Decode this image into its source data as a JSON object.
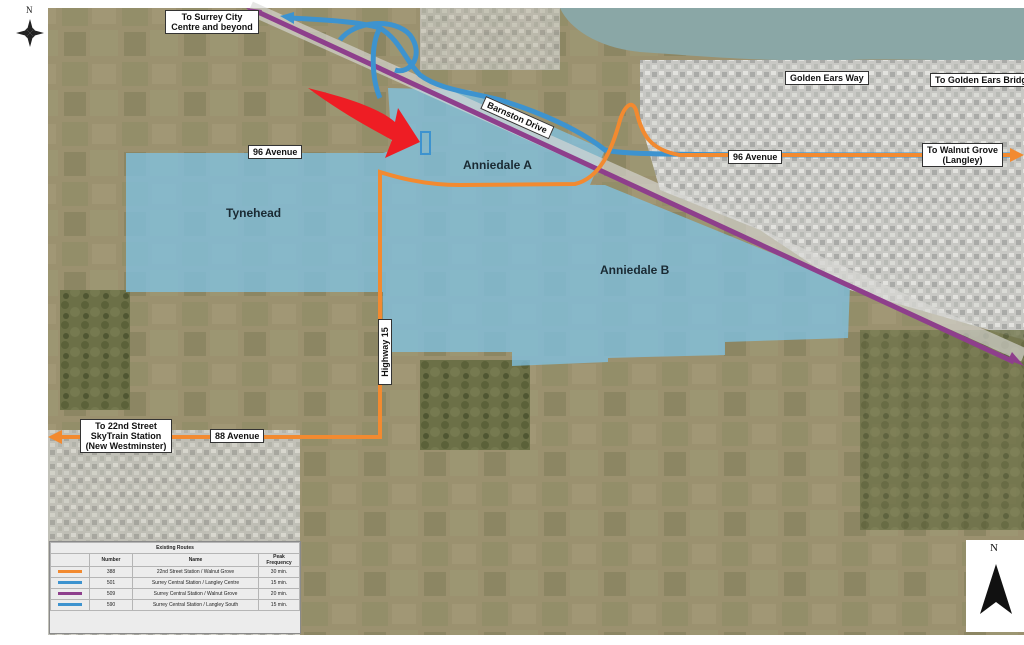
{
  "colors": {
    "route_orange": "#f28a30",
    "route_blue": "#3d93cf",
    "route_purple": "#8e3f8c",
    "area_fill": "#7fc3e6",
    "highlight_arrow": "#ee1d24"
  },
  "labels": {
    "surrey_city": "To Surrey City\nCentre and beyond",
    "golden_ears_way": "Golden Ears Way",
    "golden_ears_bridge": "To Golden Ears Bridge",
    "barnston_drive": "Barnston Drive",
    "ave96_west": "96 Avenue",
    "ave96_east": "96 Avenue",
    "walnut_grove": "To Walnut Grove\n(Langley)",
    "highway15": "Highway 15",
    "ave88": "88 Avenue",
    "skytrain": "To 22nd Street\nSkyTrain Station\n(New Westminster)"
  },
  "areas": {
    "tynehead": "Tynehead",
    "anniedale_a": "Anniedale A",
    "anniedale_b": "Anniedale B"
  },
  "legend": {
    "title": "Existing Routes",
    "headers": {
      "number": "Number",
      "name": "Name",
      "frequency": "Peak\nFrequency"
    },
    "rows": [
      {
        "color": "#f28a30",
        "number": "388",
        "name": "22nd Street Station / Walnut Grove",
        "frequency": "30 min."
      },
      {
        "color": "#3d93cf",
        "number": "501",
        "name": "Surrey Central Station / Langley Centre",
        "frequency": "15 min."
      },
      {
        "color": "#8e3f8c",
        "number": "509",
        "name": "Surrey Central Station / Walnut Grove",
        "frequency": "20 min."
      },
      {
        "color": "#3d93cf",
        "number": "590",
        "name": "Surrey Central Station / Langley South",
        "frequency": "15 min."
      }
    ]
  },
  "compass": {
    "north_label_top": "N",
    "north_label_bottom": "N"
  }
}
